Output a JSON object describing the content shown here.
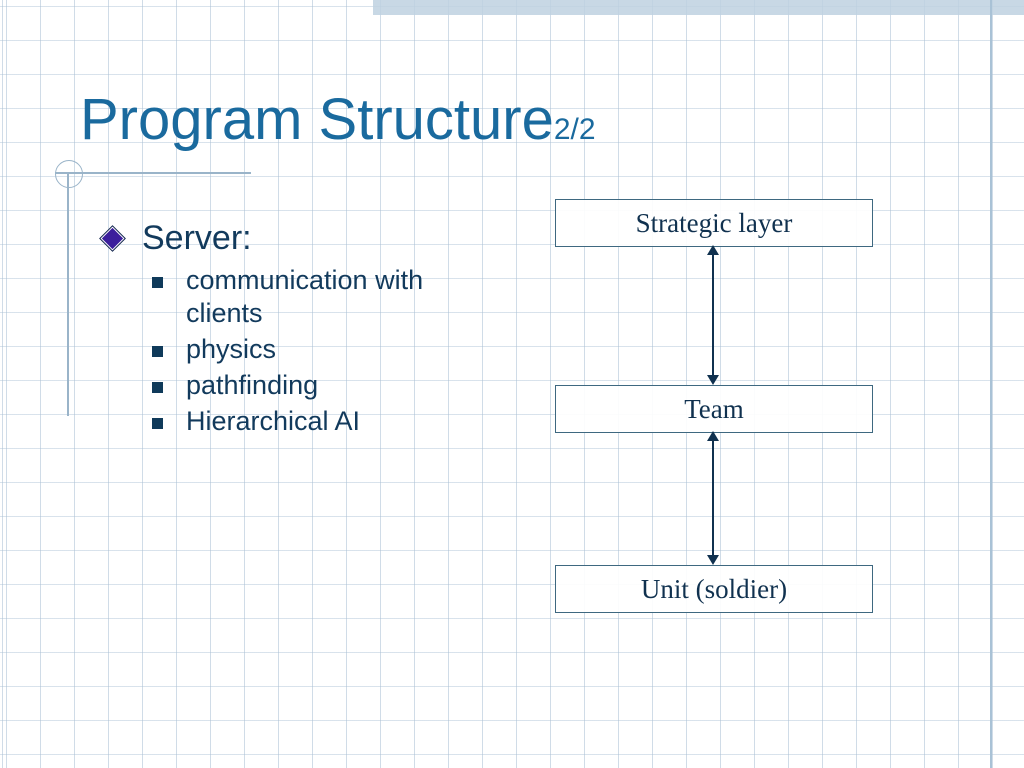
{
  "slide": {
    "title_main": "Program Structure",
    "title_suffix": "2/2",
    "colors": {
      "title": "#1a6a9e",
      "body_text": "#123a5c",
      "diamond_bullet": "#3c1f9c",
      "square_bullet": "#0f3a5a",
      "box_border": "#3e6880",
      "box_text": "#10314f",
      "arrow": "#10314f",
      "grid_line": "#aac0d4",
      "top_band": "#bed1e0",
      "right_rule": "#a9c2d6",
      "deco_rule": "#9ab4c9"
    }
  },
  "content": {
    "bullets": [
      {
        "level": 1,
        "label": "Server:",
        "children": [
          {
            "level": 2,
            "label": "communication with clients"
          },
          {
            "level": 2,
            "label": "physics"
          },
          {
            "level": 2,
            "label": "pathfinding"
          },
          {
            "level": 2,
            "label": "Hierarchical AI"
          }
        ]
      }
    ]
  },
  "diagram": {
    "type": "layered-hierarchy",
    "boxes": [
      {
        "id": "strategic",
        "label": "Strategic layer"
      },
      {
        "id": "team",
        "label": "Team"
      },
      {
        "id": "unit",
        "label": "Unit (soldier)"
      }
    ],
    "connectors": [
      {
        "from": "strategic",
        "to": "team",
        "style": "double-headed-arrow"
      },
      {
        "from": "team",
        "to": "unit",
        "style": "double-headed-arrow"
      }
    ]
  }
}
